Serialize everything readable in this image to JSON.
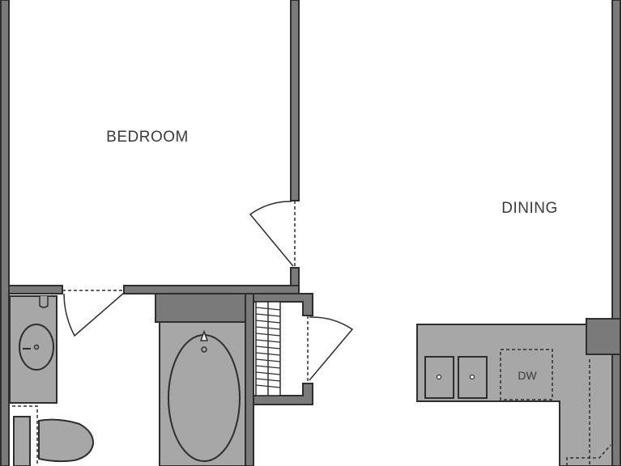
{
  "rooms": {
    "bedroom": "BEDROOM",
    "dining": "DINING"
  },
  "appliances": {
    "dishwasher": "DW"
  },
  "colors": {
    "wall_fill": "#7a7a7a",
    "wall_stroke": "#2e2e2e",
    "fixture_fill": "#a7a7a7",
    "floor": "#ffffff",
    "label": "#3a3a3a"
  }
}
